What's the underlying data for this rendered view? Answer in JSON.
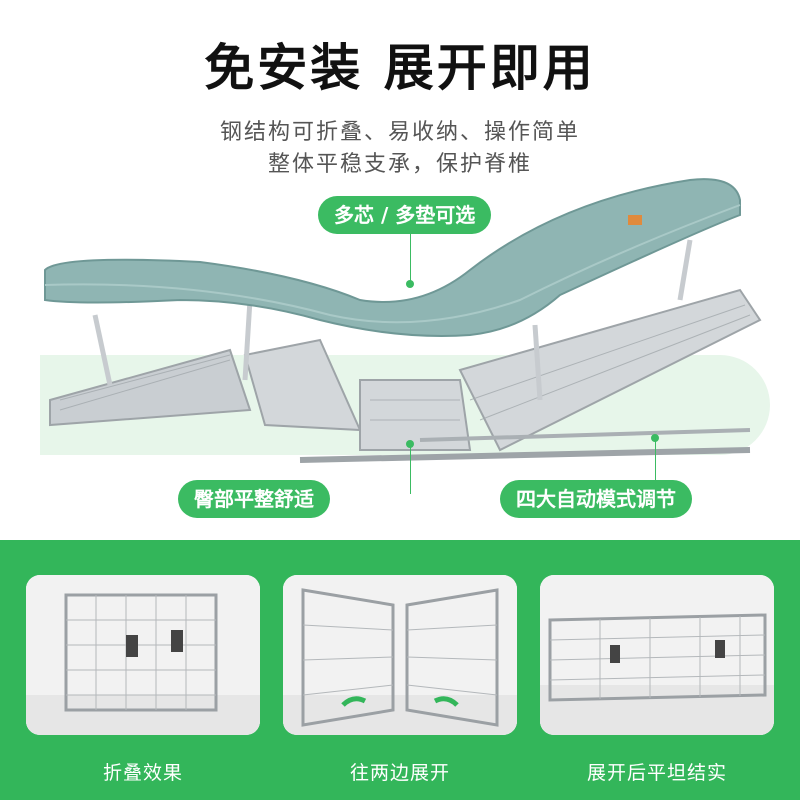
{
  "header": {
    "title": "免安装 展开即用",
    "subtitle_line1": "钢结构可折叠、易收纳、操作简单",
    "subtitle_line2": "整体平稳支承，保护脊椎"
  },
  "callouts": {
    "top": "多芯 / 多垫可选",
    "bottom_left": "臀部平整舒适",
    "bottom_right": "四大自动模式调节"
  },
  "gallery": [
    {
      "caption": "折叠效果"
    },
    {
      "caption": "往两边展开"
    },
    {
      "caption": "展开后平坦结实"
    }
  ],
  "colors": {
    "accent": "#3bbb62",
    "band": "#33b65a",
    "mattress": "#8fb5b3",
    "frame": "#b9bec2"
  }
}
